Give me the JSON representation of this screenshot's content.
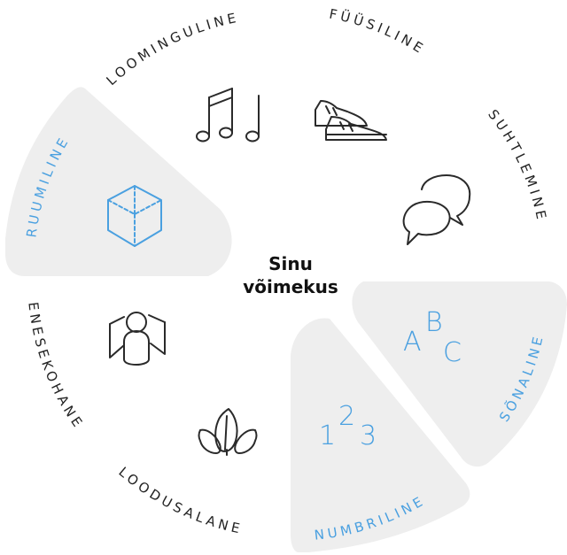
{
  "center": {
    "line1": "Sinu",
    "line2": "võimekus"
  },
  "colors": {
    "highlight": "#4aa0e0",
    "text": "#222222",
    "segment_bg": "#eeeeee"
  },
  "segments": [
    {
      "label": "LOOMINGULINE",
      "icon": "music-notes-icon",
      "highlighted": false
    },
    {
      "label": "FÜÜSILINE",
      "icon": "sneakers-icon",
      "highlighted": false
    },
    {
      "label": "SUHTLEMINE",
      "icon": "speech-bubbles-icon",
      "highlighted": false
    },
    {
      "label": "SÕNALINE",
      "icon": "abc-letters-icon",
      "highlighted": true,
      "icon_text": [
        "A",
        "B",
        "C"
      ]
    },
    {
      "label": "NUMBRILINE",
      "icon": "123-numbers-icon",
      "highlighted": true,
      "icon_text": [
        "1",
        "2",
        "3"
      ]
    },
    {
      "label": "LOODUSALANE",
      "icon": "leaves-icon",
      "highlighted": false
    },
    {
      "label": "ENESEKOHANE",
      "icon": "person-mirror-icon",
      "highlighted": false
    },
    {
      "label": "RUUMILINE",
      "icon": "cube-icon",
      "highlighted": true
    }
  ]
}
